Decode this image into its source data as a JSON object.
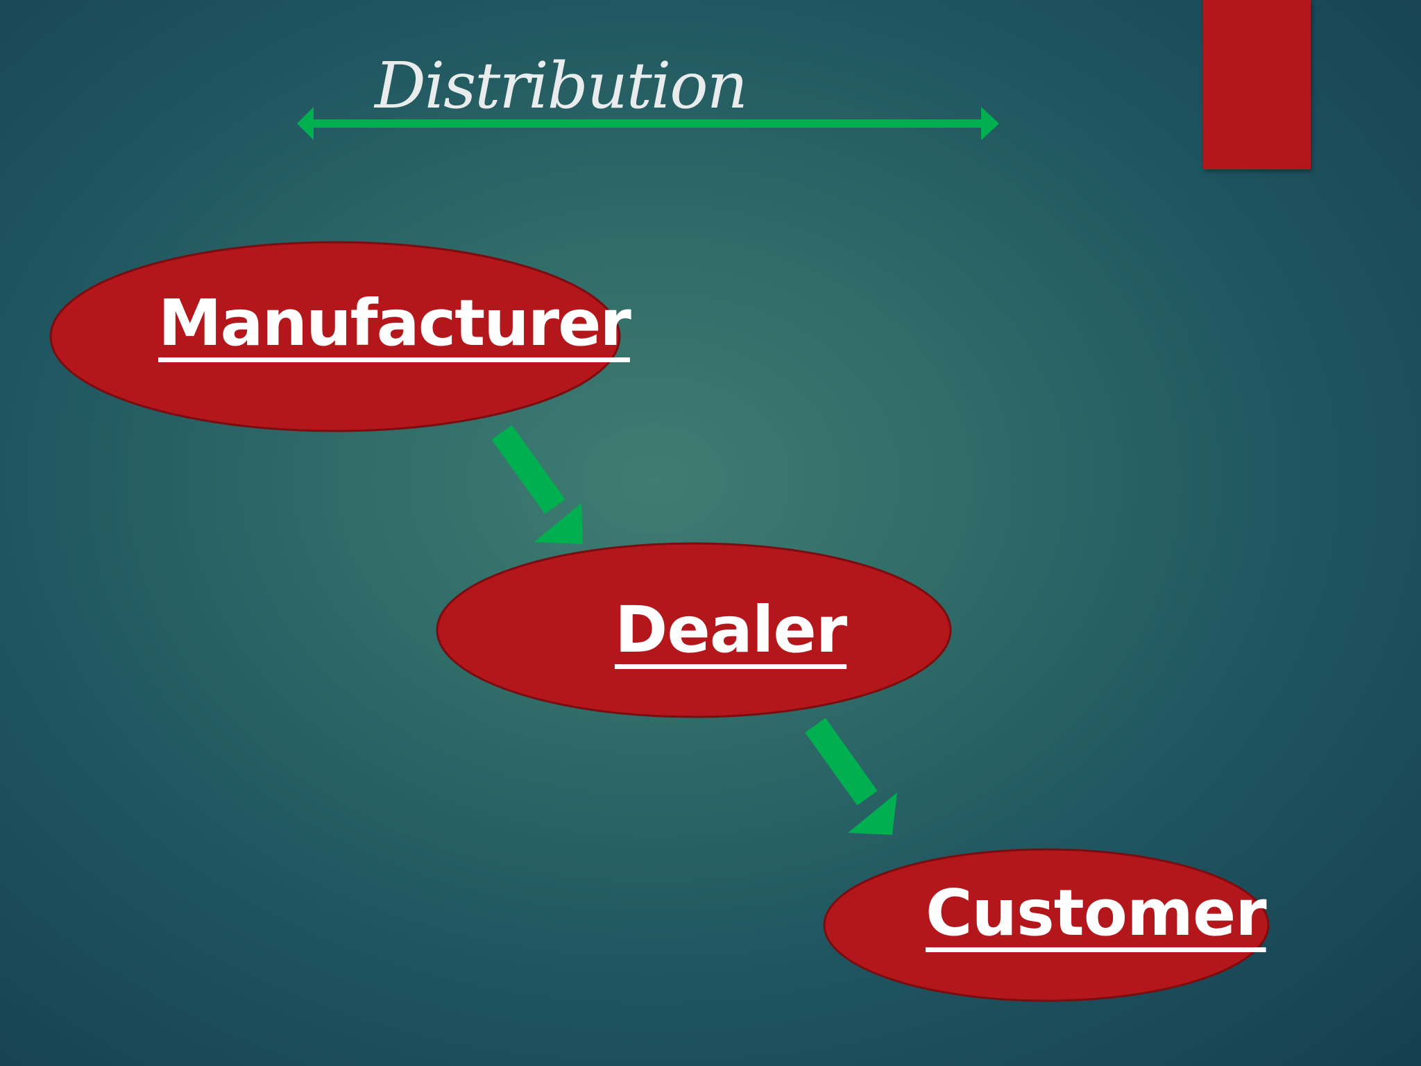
{
  "slide": {
    "title": "Distribution",
    "nodes": [
      {
        "id": "manufacturer",
        "label": "Manufacturer"
      },
      {
        "id": "dealer",
        "label": "Dealer"
      },
      {
        "id": "customer",
        "label": "Customer"
      }
    ],
    "edges": [
      {
        "from": "manufacturer",
        "to": "dealer"
      },
      {
        "from": "dealer",
        "to": "customer"
      }
    ]
  },
  "colors": {
    "node_fill": "#b3161b",
    "arrow": "#00b050",
    "title_text": "#e9ecec",
    "label_text": "#ffffff",
    "accent_tab": "#b3161b"
  }
}
